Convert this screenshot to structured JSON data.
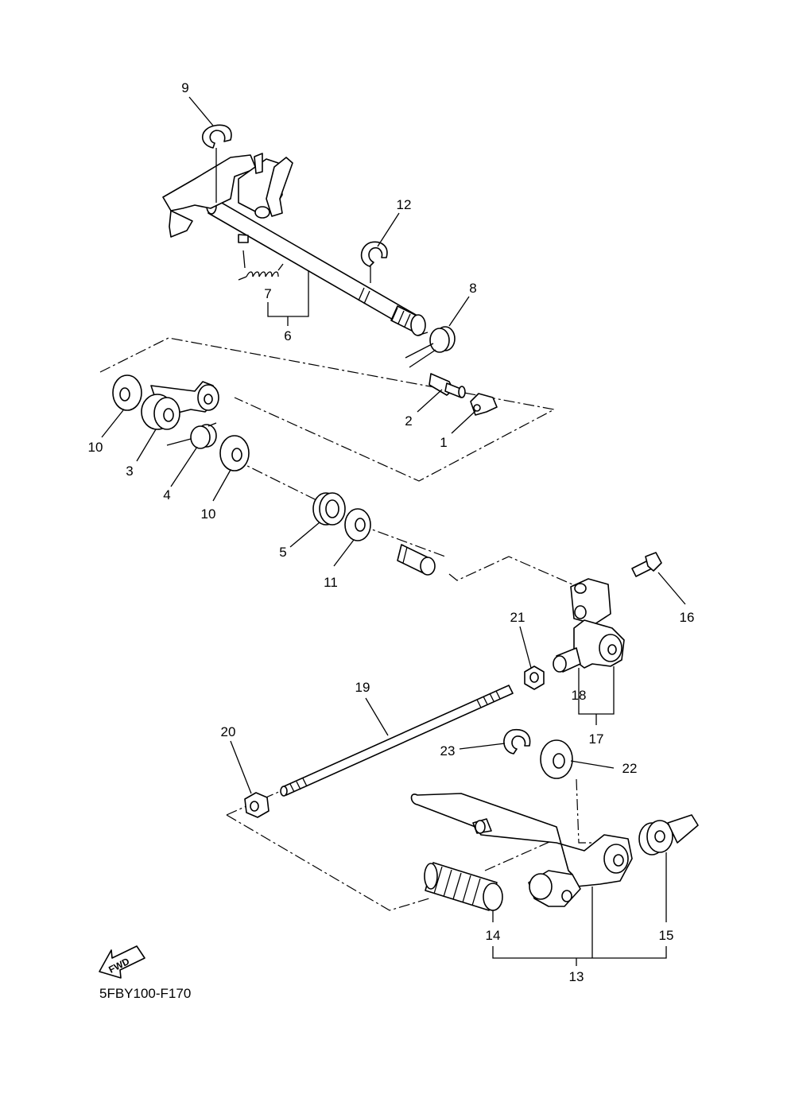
{
  "diagram_code": "5FBY100-F170",
  "fwd_label": "FWD",
  "callouts": [
    "1",
    "2",
    "3",
    "4",
    "5",
    "6",
    "7",
    "8",
    "9",
    "10",
    "10",
    "11",
    "12",
    "13",
    "14",
    "15",
    "16",
    "17",
    "18",
    "19",
    "20",
    "21",
    "22",
    "23"
  ]
}
